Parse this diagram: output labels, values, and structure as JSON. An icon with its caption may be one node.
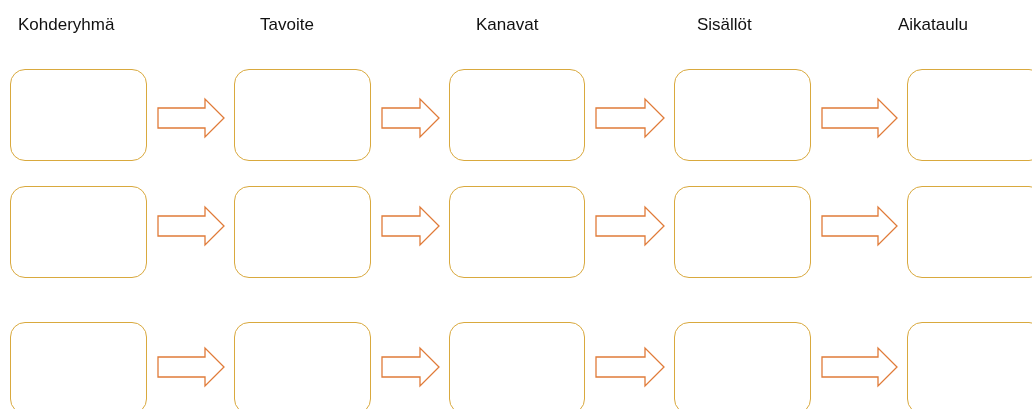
{
  "diagram": {
    "nodes": [
      {
        "text": [],
        "shape": "box"
      },
      {
        "text": [],
        "shape": "box"
      },
      {
        "text": [],
        "shape": "box"
      },
      {
        "text": [],
        "shape": "box"
      },
      {
        "text": [],
        "shape": "box"
      },
      {
        "text": [],
        "shape": "box"
      },
      {
        "text": [],
        "shape": "box"
      },
      {
        "text": [],
        "shape": "box"
      },
      {
        "text": [],
        "shape": "box"
      },
      {
        "text": [],
        "shape": "box"
      },
      {
        "text": [],
        "shape": "box"
      },
      {
        "text": [],
        "shape": "box"
      },
      {
        "text": [],
        "shape": "box"
      },
      {
        "text": [],
        "shape": "box"
      },
      {
        "text": [],
        "shape": "box"
      }
    ],
    "edges": [
      {
        "from": 0,
        "to": 1,
        "arrow": "to"
      },
      {
        "from": 1,
        "to": 2,
        "arrow": "to"
      },
      {
        "from": 2,
        "to": 3,
        "arrow": "to"
      },
      {
        "from": 3,
        "to": 4,
        "arrow": "to"
      },
      {
        "from": 5,
        "to": 6,
        "arrow": "to"
      },
      {
        "from": 6,
        "to": 7,
        "arrow": "to"
      },
      {
        "from": 7,
        "to": 8,
        "arrow": "to"
      },
      {
        "from": 8,
        "to": 9,
        "arrow": "to"
      },
      {
        "from": 10,
        "to": 11,
        "arrow": "to"
      },
      {
        "from": 11,
        "to": 12,
        "arrow": "to"
      },
      {
        "from": 12,
        "to": 13,
        "arrow": "to"
      },
      {
        "from": 13,
        "to": 14,
        "arrow": "to"
      }
    ],
    "labels": [
      "Kohderyhmä",
      "Tavoite",
      "Kanavat",
      "Sisällöt",
      "Aikataulu"
    ]
  }
}
